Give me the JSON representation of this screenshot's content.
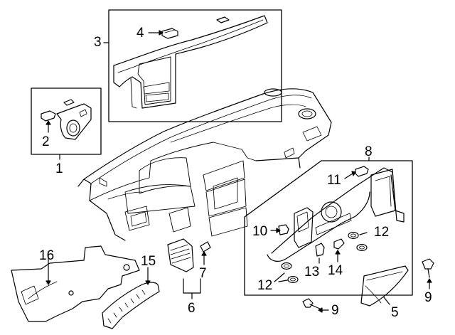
{
  "diagram": {
    "callouts": {
      "c1": "1",
      "c2": "2",
      "c3": "3",
      "c4": "4",
      "c5": "5",
      "c6": "6",
      "c7": "7",
      "c8": "8",
      "c9a": "9",
      "c9b": "9",
      "c10": "10",
      "c11": "11",
      "c12a": "12",
      "c12b": "12",
      "c13": "13",
      "c14": "14",
      "c15": "15",
      "c16": "16"
    }
  }
}
